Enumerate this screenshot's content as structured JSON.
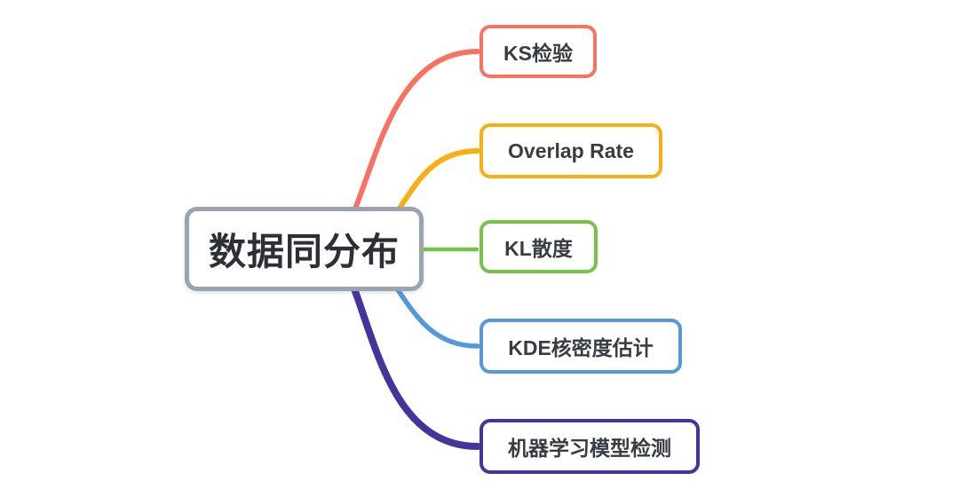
{
  "diagram": {
    "root": {
      "label": "数据同分布",
      "border_color": "#9aa4b1"
    },
    "branches": [
      {
        "label": "KS检验",
        "color": "#f97161",
        "stroke_width": 6
      },
      {
        "label": "Overlap Rate",
        "color": "#f9af12",
        "stroke_width": 6
      },
      {
        "label": "KL散度",
        "color": "#79c24a",
        "stroke_width": 4.5
      },
      {
        "label": "KDE核密度估计",
        "color": "#5598db",
        "stroke_width": 5.5
      },
      {
        "label": "机器学习模型检测",
        "color": "#46349c",
        "stroke_width": 8
      }
    ],
    "colors": {
      "background": "#ffffff",
      "text": "#33373d"
    }
  }
}
